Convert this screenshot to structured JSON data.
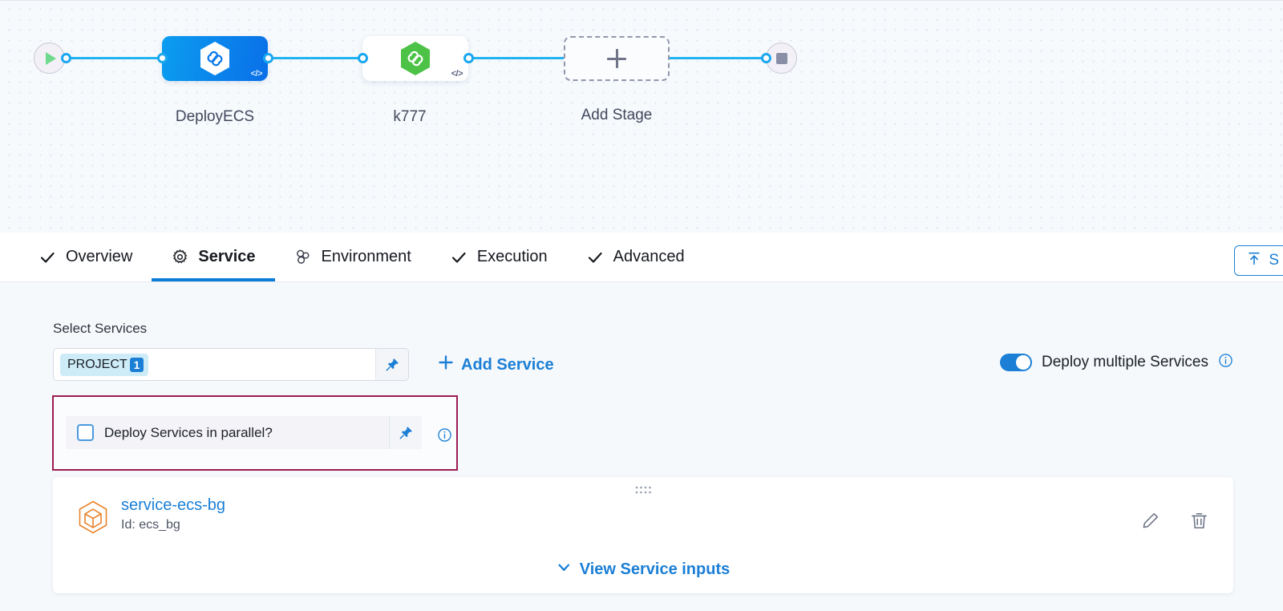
{
  "canvas": {
    "start_node": "start-node",
    "end_node": "end-node",
    "stages": [
      {
        "label": "DeployECS",
        "code_glyph": "</>",
        "type": "blue"
      },
      {
        "label": "k777",
        "code_glyph": "</>",
        "type": "white"
      }
    ],
    "add_stage_label": "Add Stage"
  },
  "tabs": [
    {
      "label": "Overview",
      "icon": "check-icon",
      "active": false
    },
    {
      "label": "Service",
      "icon": "gear-icon",
      "active": true
    },
    {
      "label": "Environment",
      "icon": "cluster-icon",
      "active": false
    },
    {
      "label": "Execution",
      "icon": "check-icon",
      "active": false
    },
    {
      "label": "Advanced",
      "icon": "check-icon",
      "active": false
    }
  ],
  "export_button": {
    "label": "S",
    "icon": "upload-icon"
  },
  "service_section": {
    "select_label": "Select Services",
    "selected_tag": {
      "text": "PROJECT",
      "count": "1"
    },
    "add_service_label": "Add Service",
    "deploy_multiple": {
      "label": "Deploy multiple Services",
      "enabled": true
    },
    "parallel_checkbox": {
      "label": "Deploy Services in parallel?",
      "checked": false
    }
  },
  "service_card": {
    "name": "service-ecs-bg",
    "id_text": "Id: ecs_bg",
    "view_inputs_label": "View Service inputs"
  },
  "colors": {
    "accent_blue": "#1b7fd6",
    "edge_blue": "#23b2f0",
    "highlight_border": "#9d1b54",
    "stage_blue": "#0a78ec",
    "service_icon_orange": "#e8822a",
    "node_green": "#4cc247"
  }
}
